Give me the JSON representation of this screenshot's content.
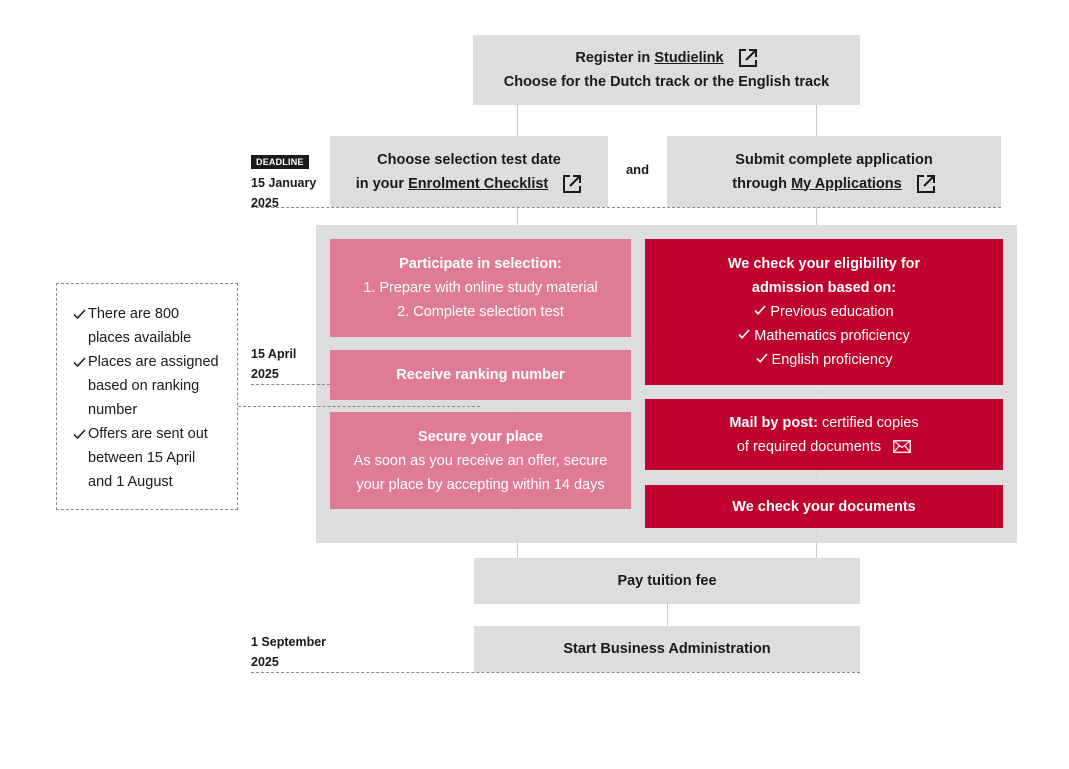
{
  "register": {
    "line1_prefix": "Register in",
    "line1_link": "Studielink",
    "line2": "Choose for the Dutch track or the English track"
  },
  "deadline": {
    "badge": "DEADLINE",
    "date_line1": "15 January",
    "date_line2": "2025"
  },
  "selection_date": {
    "line1": "Choose selection test date",
    "line2_prefix": "in your",
    "line2_link": "Enrolment Checklist"
  },
  "connector_and": "and",
  "submit_application": {
    "line1": "Submit complete application",
    "line2_prefix": "through",
    "line2_link": "My Applications"
  },
  "participate": {
    "title": "Participate in selection:",
    "step1": "1. Prepare with online study material",
    "step2": "2. Complete selection test"
  },
  "eligibility": {
    "title_line1": "We check your eligibility for",
    "title_line2": "admission based on:",
    "items": [
      "Previous education",
      "Mathematics proficiency",
      "English proficiency"
    ]
  },
  "ranking_date": {
    "line1": "15 April",
    "line2": "2025"
  },
  "ranking": {
    "label": "Receive ranking number"
  },
  "mail_post": {
    "bold": "Mail by post:",
    "rest_line1": "certified copies",
    "line2": "of required documents"
  },
  "secure_place": {
    "title": "Secure your place",
    "line1": "As soon as you receive an offer, secure",
    "line2": "your place by accepting within 14 days"
  },
  "check_documents": {
    "label": "We check your documents"
  },
  "notes": {
    "items": [
      [
        "There are 800",
        "places available"
      ],
      [
        "Places are assigned",
        "based on ranking",
        "number"
      ],
      [
        "Offers are sent out",
        "between 15 April",
        "and 1 August"
      ]
    ]
  },
  "tuition": {
    "label": "Pay tuition fee"
  },
  "start_date": {
    "line1": "1 September",
    "line2": "2025"
  },
  "start": {
    "label": "Start Business Administration"
  },
  "colors": {
    "grey_box": "#dcdddf",
    "pink": "#df7b93",
    "red": "#c0022f",
    "dark": "#1a1a1a"
  },
  "icons": {
    "external_link": "external-link-icon",
    "mail": "mail-icon",
    "check": "check-icon"
  }
}
